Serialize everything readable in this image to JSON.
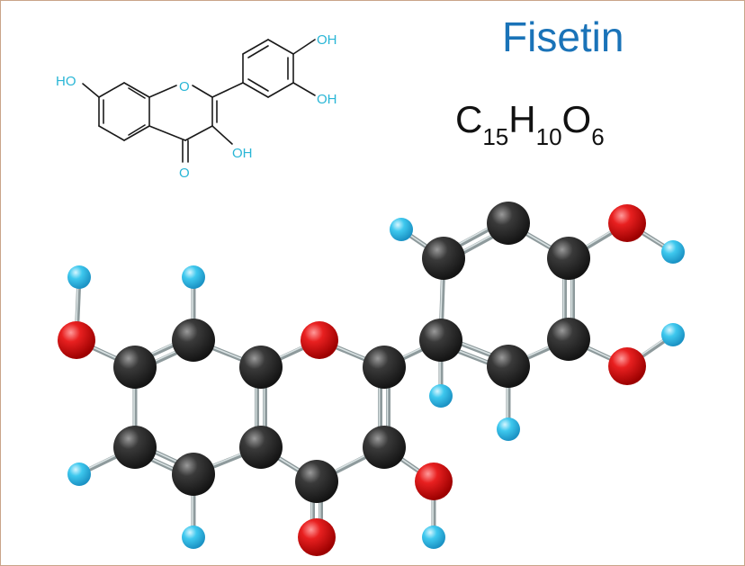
{
  "title": "Fisetin",
  "formula": {
    "parts": [
      {
        "text": "C",
        "sub": "15"
      },
      {
        "text": "H",
        "sub": "10"
      },
      {
        "text": "O",
        "sub": "6"
      }
    ]
  },
  "skeletal": {
    "labels": {
      "ho_left": "HO",
      "ring_o": "O",
      "oh_top": "OH",
      "oh_mid": "OH",
      "oh_bottom": "OH",
      "carbonyl_o": "O"
    }
  },
  "colors": {
    "title": "#1a73b8",
    "carbon": "#2b2b2b",
    "oxygen": "#e01818",
    "hydrogen": "#3ec8ee",
    "bond": "#8e9a9c",
    "label": "#29b6d6"
  }
}
